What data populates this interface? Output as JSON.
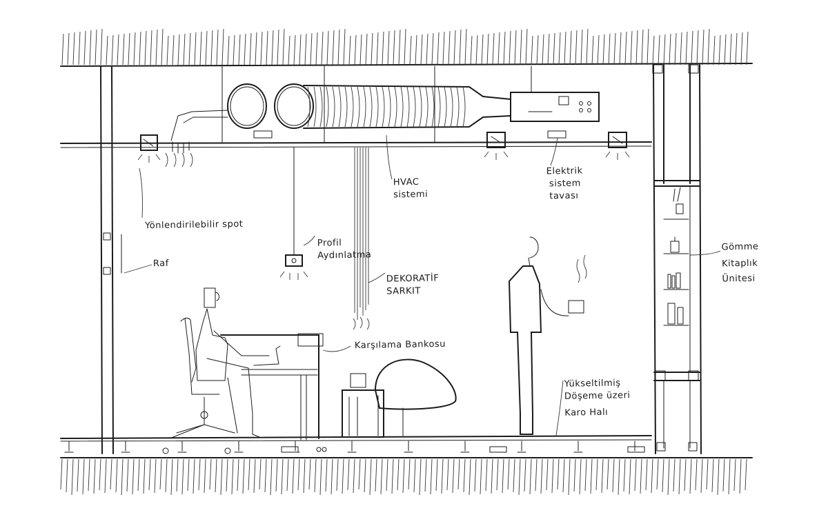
{
  "labels": {
    "spot": "Yönlendirilebilir spot",
    "raf": "Raf",
    "profil": [
      "Profil",
      "Aydınlatma"
    ],
    "hvac": [
      "HVAC",
      "sistemi"
    ],
    "elektrik": [
      "Elektrik",
      "sistem",
      "tavası"
    ],
    "dekoratif": [
      "DEKORATİF",
      "SARKIT"
    ],
    "karsilama": "Karşılama Bankosu",
    "yukseltilmis": [
      "Yükseltilmiş",
      "Döşeme üzeri",
      "Karo Halı"
    ],
    "kitaplik": [
      "Gömme",
      "Kitaplık",
      "Ünitesi"
    ]
  },
  "colors": {
    "ink": "#1a1a1a",
    "paper": "#ffffff"
  }
}
